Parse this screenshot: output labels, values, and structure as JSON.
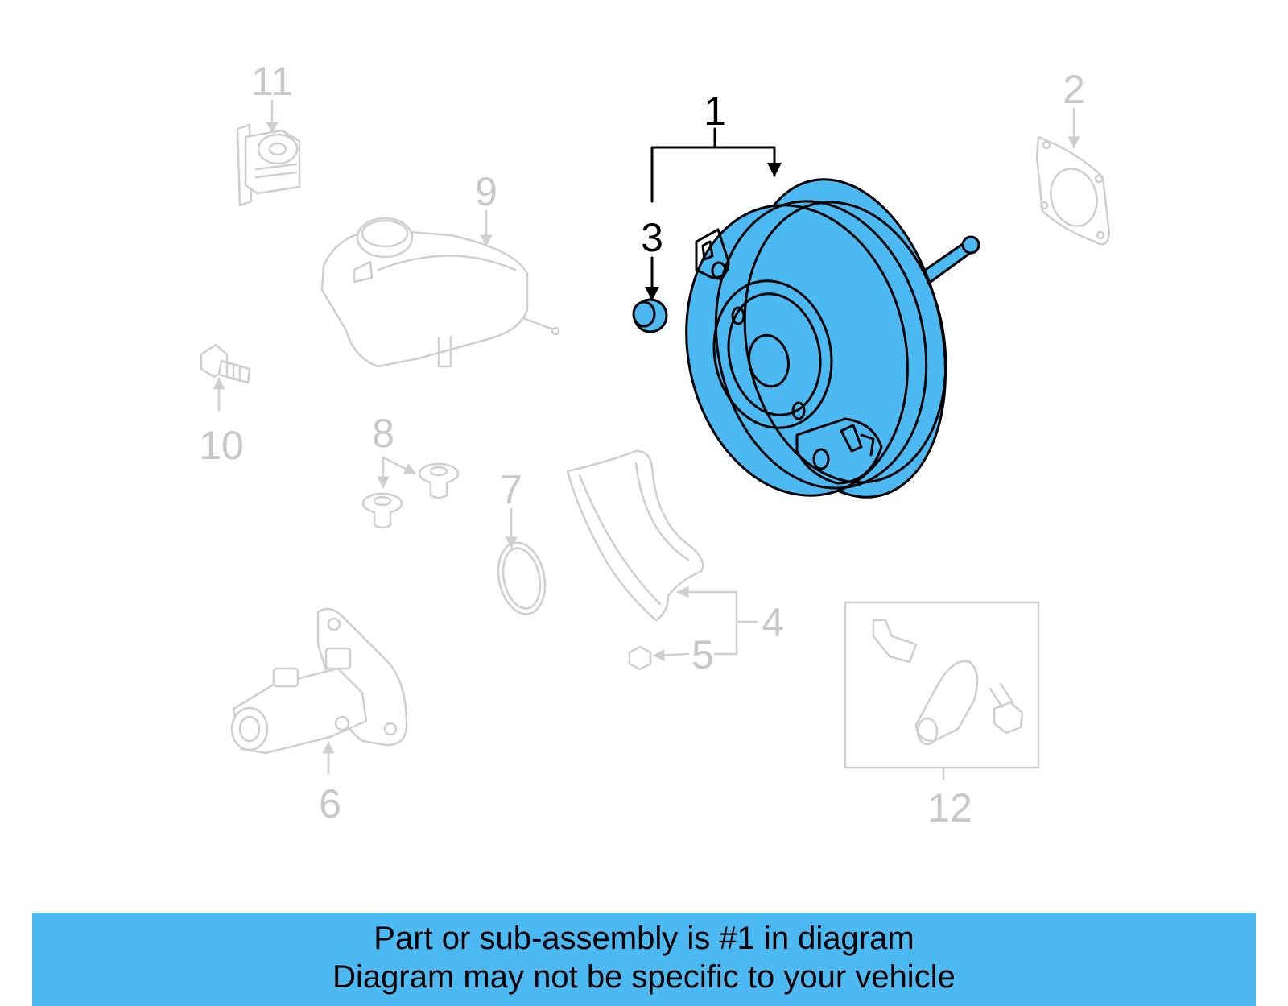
{
  "diagram": {
    "labels": {
      "c1": "1",
      "c2": "2",
      "c3": "3",
      "c4": "4",
      "c5": "5",
      "c6": "6",
      "c7": "7",
      "c8": "8",
      "c9": "9",
      "c10": "10",
      "c11": "11",
      "c12": "12"
    },
    "highlight_color": "#4db9f2",
    "inactive_color": "#cfcfcf"
  },
  "banner": {
    "line1": "Part or sub-assembly is #1 in diagram",
    "line2": "Diagram may not be specific to your vehicle"
  }
}
